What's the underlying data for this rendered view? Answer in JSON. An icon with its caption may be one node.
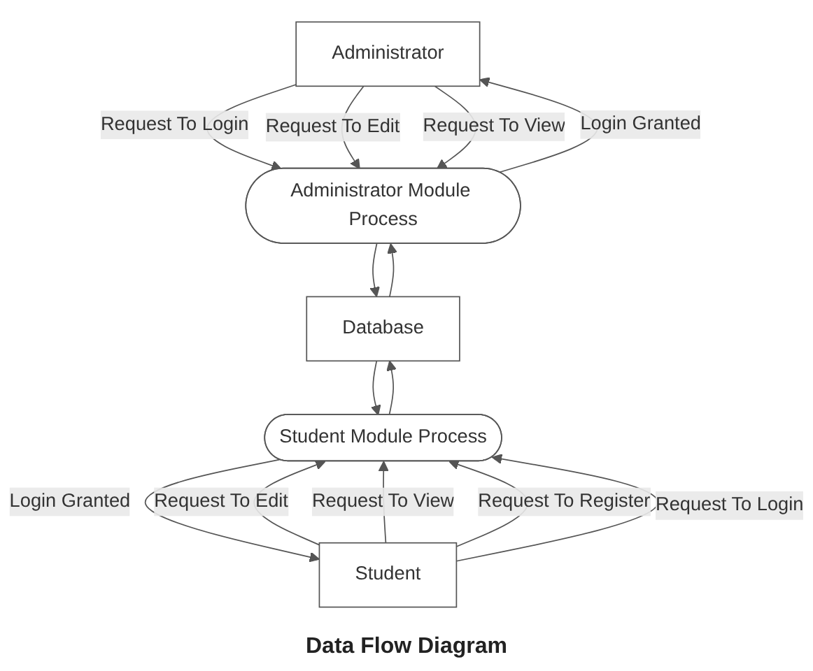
{
  "diagram": {
    "caption": "Data Flow Diagram",
    "nodes": [
      {
        "text": [
          "Administrator"
        ]
      },
      {
        "text": [
          "Database"
        ]
      },
      {
        "text": [
          "Administrator Module Process"
        ]
      },
      {
        "text": [
          "Student Module Process"
        ]
      },
      {
        "text": [
          "Student"
        ]
      }
    ],
    "edges": [
      {
        "from": 0,
        "to": 2,
        "arrow": "to",
        "label": "Request To Login"
      },
      {
        "from": 2,
        "to": 0,
        "arrow": "to",
        "label": "Login Granted"
      },
      {
        "from": 0,
        "to": 2,
        "arrow": "to",
        "label": "Request To Edit"
      },
      {
        "from": 0,
        "to": 2,
        "arrow": "to",
        "label": "Request To View"
      },
      {
        "from": 2,
        "to": 1,
        "arrow": "to"
      },
      {
        "from": 1,
        "to": 2,
        "arrow": "to"
      },
      {
        "from": 3,
        "to": 1,
        "arrow": "to"
      },
      {
        "from": 1,
        "to": 3,
        "arrow": "to"
      },
      {
        "from": 4,
        "to": 3,
        "arrow": "to",
        "label": "Request To Edit"
      },
      {
        "from": 4,
        "to": 3,
        "arrow": "to",
        "label": "Request To View"
      },
      {
        "from": 4,
        "to": 3,
        "arrow": "to",
        "label": "Request To Register"
      },
      {
        "from": 4,
        "to": 3,
        "arrow": "to",
        "label": "Request To Login"
      },
      {
        "from": 3,
        "to": 4,
        "arrow": "to",
        "label": "Login Granted"
      }
    ]
  }
}
